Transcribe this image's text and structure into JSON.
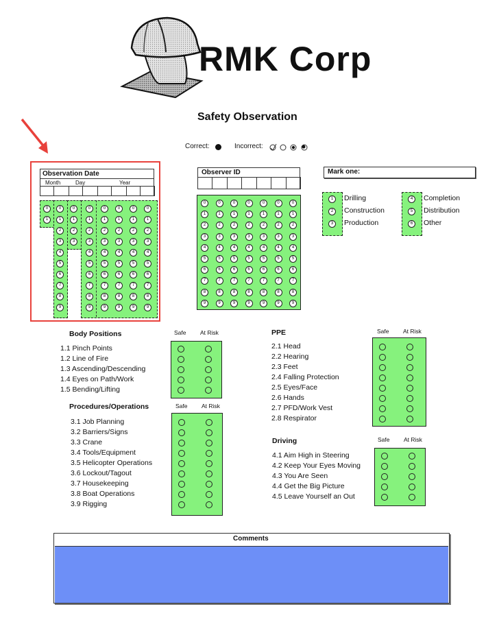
{
  "company": {
    "name": "RMK Corp"
  },
  "form": {
    "title": "Safety Observation"
  },
  "legend": {
    "correct_label": "Correct:",
    "incorrect_label": "Incorrect:"
  },
  "obs_date": {
    "title": "Observation Date",
    "month_label": "Month",
    "day_label": "Day",
    "year_label": "Year",
    "month1": [
      "0",
      "1"
    ],
    "month2": [
      "0",
      "1",
      "2",
      "3",
      "4",
      "5",
      "6",
      "7",
      "8",
      "9"
    ],
    "day1": [
      "0",
      "1",
      "2",
      "3"
    ],
    "digits": [
      "0",
      "1",
      "2",
      "3",
      "4",
      "5",
      "6",
      "7",
      "8",
      "9"
    ]
  },
  "observer": {
    "title": "Observer ID",
    "digits": [
      "0",
      "1",
      "2",
      "3",
      "4",
      "5",
      "6",
      "7",
      "8",
      "9"
    ]
  },
  "mark_one": {
    "title": "Mark one:",
    "left": [
      {
        "num": "1",
        "label": "Drilling"
      },
      {
        "num": "2",
        "label": "Construction"
      },
      {
        "num": "3",
        "label": "Production"
      }
    ],
    "right": [
      {
        "num": "4",
        "label": "Completion"
      },
      {
        "num": "5",
        "label": "Distribution"
      },
      {
        "num": "6",
        "label": "Other"
      }
    ]
  },
  "columns": {
    "safe": "Safe",
    "at_risk": "At Risk"
  },
  "sections": {
    "body": {
      "title": "Body Positions",
      "items": [
        "1.1 Pinch Points",
        "1.2 Line of Fire",
        "1.3 Ascending/Descending",
        "1.4 Eyes on Path/Work",
        "1.5 Bending/Lifting"
      ]
    },
    "procedures": {
      "title": "Procedures/Operations",
      "items": [
        "3.1 Job Planning",
        "3.2 Barriers/Signs",
        "3.3 Crane",
        "3.4 Tools/Equipment",
        "3.5 Helicopter Operations",
        "3.6 Lockout/Tagout",
        "3.7 Housekeeping",
        "3.8 Boat Operations",
        "3.9 Rigging"
      ]
    },
    "ppe": {
      "title": "PPE",
      "items": [
        "2.1 Head",
        "2.2 Hearing",
        "2.3 Feet",
        "2.4 Falling Protection",
        "2.5 Eyes/Face",
        "2.6 Hands",
        "2.7 PFD/Work Vest",
        "2.8 Respirator"
      ]
    },
    "driving": {
      "title": "Driving",
      "items": [
        "4.1 Aim High in Steering",
        "4.2 Keep Your Eyes Moving",
        "4.3 You Are Seen",
        "4.4 Get the Big Picture",
        "4.5 Leave Yourself an Out"
      ]
    }
  },
  "comments": {
    "title": "Comments"
  },
  "colors": {
    "highlight": "#86f27d",
    "comments_fill": "#6d8ff7",
    "annotation": "#e8413b"
  }
}
